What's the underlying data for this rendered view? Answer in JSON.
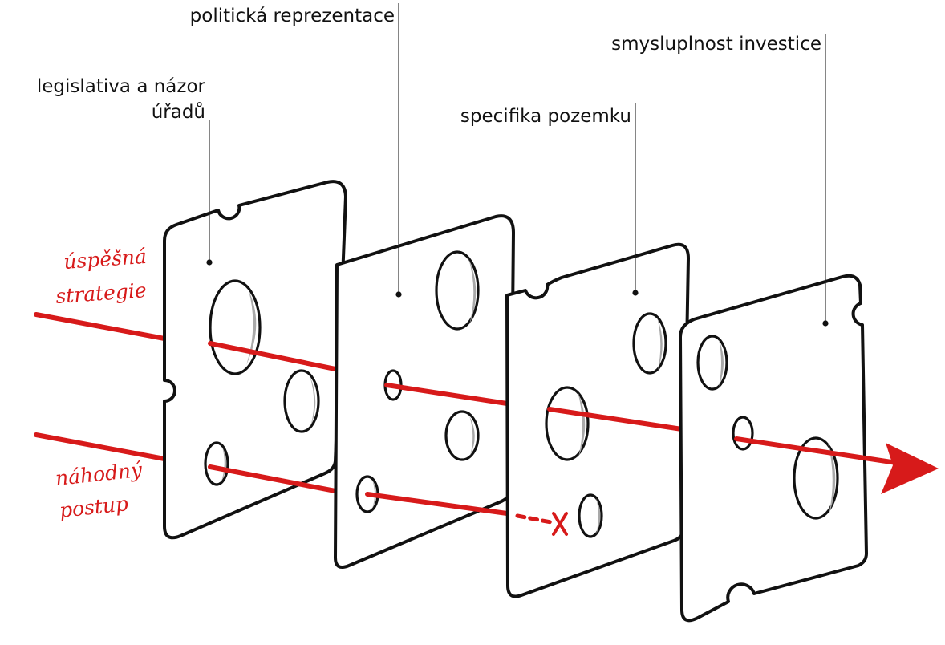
{
  "labels": {
    "slice1": [
      "legislativa a názor",
      "úřadů"
    ],
    "slice2": "politická reprezentace",
    "slice3": "specifika pozemku",
    "slice4": "smysluplnost investice"
  },
  "paths": {
    "success": [
      "úspěšná",
      "strategie"
    ],
    "random": [
      "náhodný",
      "postup"
    ]
  },
  "colors": {
    "accent": "#d71a1a",
    "outline": "#111111",
    "hole_shadow": "#a9a9a9"
  }
}
